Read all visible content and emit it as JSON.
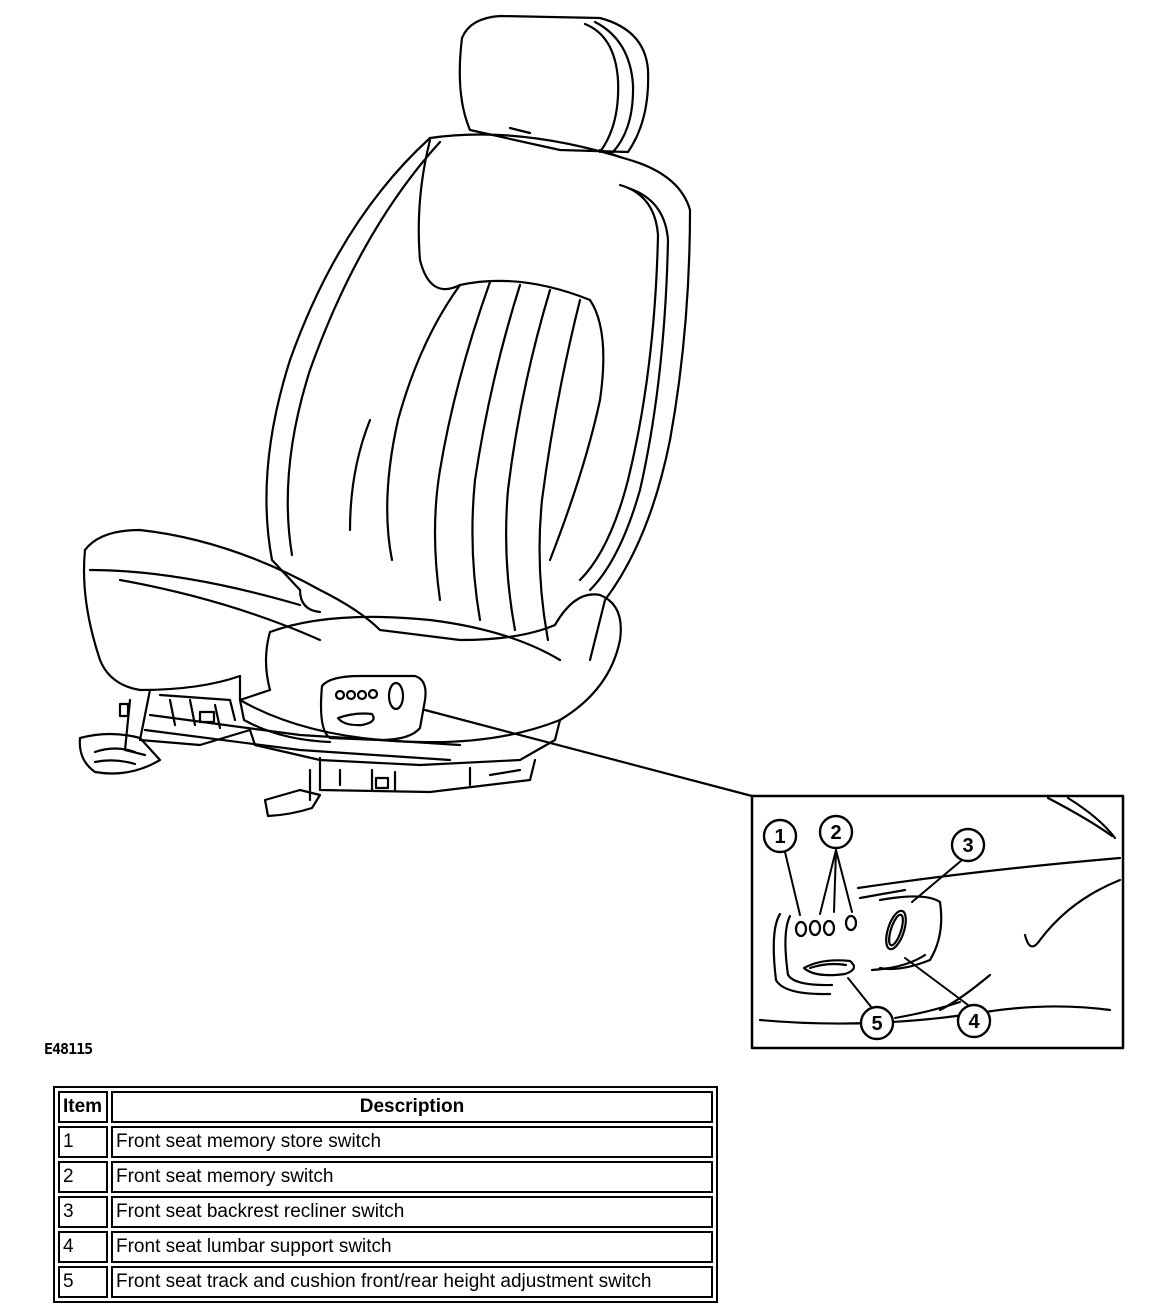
{
  "figure_id": "E48115",
  "callouts": [
    {
      "number": "1"
    },
    {
      "number": "2"
    },
    {
      "number": "3"
    },
    {
      "number": "4"
    },
    {
      "number": "5"
    }
  ],
  "table": {
    "headers": [
      "Item",
      "Description"
    ],
    "rows": [
      {
        "item": "1",
        "description": "Front seat memory store switch"
      },
      {
        "item": "2",
        "description": "Front seat memory switch"
      },
      {
        "item": "3",
        "description": "Front seat backrest recliner switch"
      },
      {
        "item": "4",
        "description": "Front seat lumbar support switch"
      },
      {
        "item": "5",
        "description": "Front seat track and cushion front/rear height adjustment switch"
      }
    ]
  }
}
